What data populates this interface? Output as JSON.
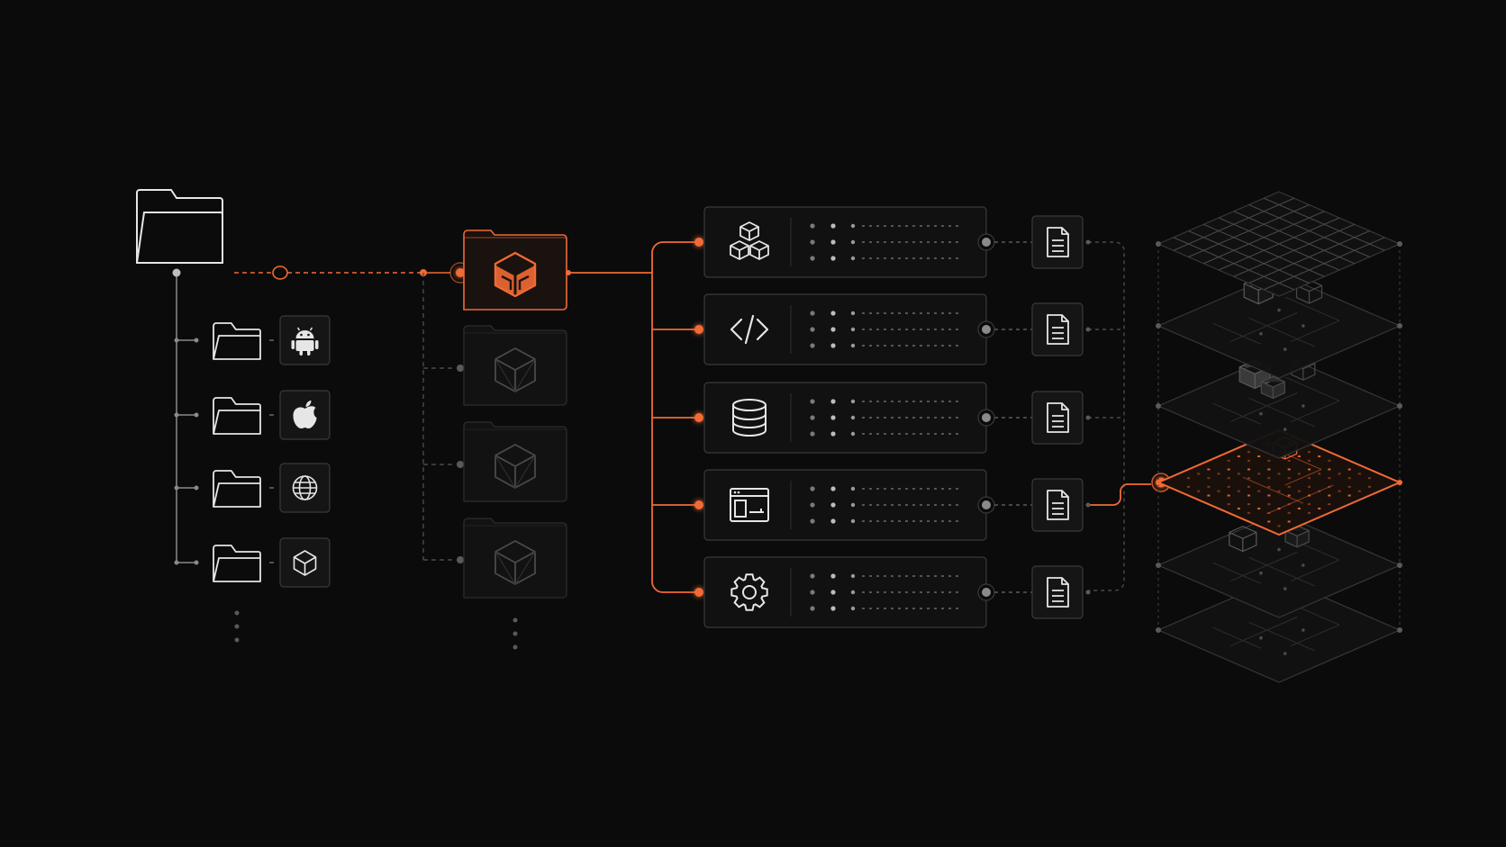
{
  "colors": {
    "background": "#0b0b0b",
    "accent": "#f26a35",
    "line_light": "#d9d9d9",
    "line_dim": "#4a4a4a",
    "panel_stroke": "#3a3a3a",
    "panel_fill": "#111111"
  },
  "source": {
    "root_icon": "folder-icon",
    "platforms": [
      {
        "name": "android",
        "icon": "android-icon"
      },
      {
        "name": "apple",
        "icon": "apple-icon"
      },
      {
        "name": "web",
        "icon": "globe-icon"
      },
      {
        "name": "module",
        "icon": "cube-icon"
      }
    ]
  },
  "packages": {
    "active_icon": "cube-icon",
    "items": [
      {
        "state": "active"
      },
      {
        "state": "inactive"
      },
      {
        "state": "inactive"
      },
      {
        "state": "inactive"
      }
    ]
  },
  "layers": [
    {
      "icon": "blocks-icon"
    },
    {
      "icon": "code-icon"
    },
    {
      "icon": "database-icon"
    },
    {
      "icon": "browser-window-icon"
    },
    {
      "icon": "gear-icon"
    }
  ],
  "documents": {
    "icon": "document-icon",
    "count": 5
  },
  "stack": {
    "plane_count": 6,
    "highlighted_plane": 4
  }
}
